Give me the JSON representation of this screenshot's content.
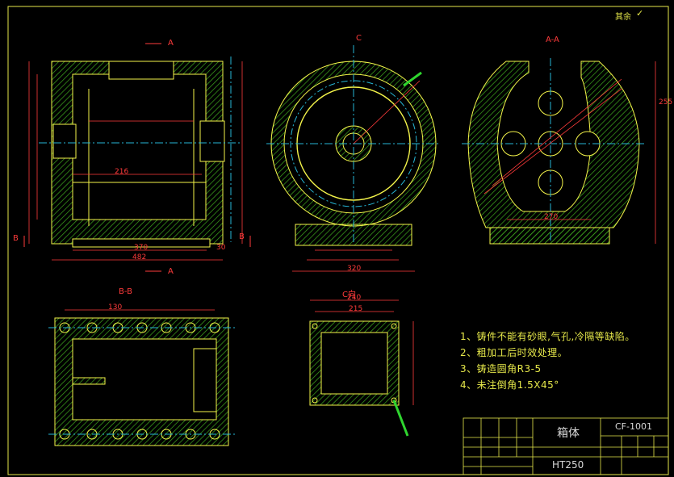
{
  "colors": {
    "background": "#000000",
    "border": "#e6e84a",
    "body_line": "#f4f44a",
    "hatch": "#3ea81e",
    "center_line": "#26b6d6",
    "dimension": "#ff3b3b",
    "leader": "#2fd52f"
  },
  "drawing": {
    "surface_mark": "其余",
    "view_labels": {
      "section_aa": "A-A",
      "section_bb": "B-B",
      "view_c": "C",
      "view_c_side": "C向",
      "cut_a": "A",
      "cut_b": "B"
    },
    "dimensions": {
      "d_482": "482",
      "d_370": "370",
      "d_30": "30",
      "d_320": "320",
      "d_270": "270",
      "d_216": "216",
      "d_255": "255",
      "d_130": "130",
      "d_240": "240",
      "d_215": "215"
    }
  },
  "notes": {
    "n1": "1、铸件不能有砂眼,气孔,冷隔等缺陷。",
    "n2": "2、粗加工后时效处理。",
    "n3": "3、铸造圆角R3-5",
    "n4": "4、未注倒角1.5X45°"
  },
  "title_block": {
    "part_name": "箱体",
    "drawing_no": "CF-1001",
    "material": "HT250"
  }
}
